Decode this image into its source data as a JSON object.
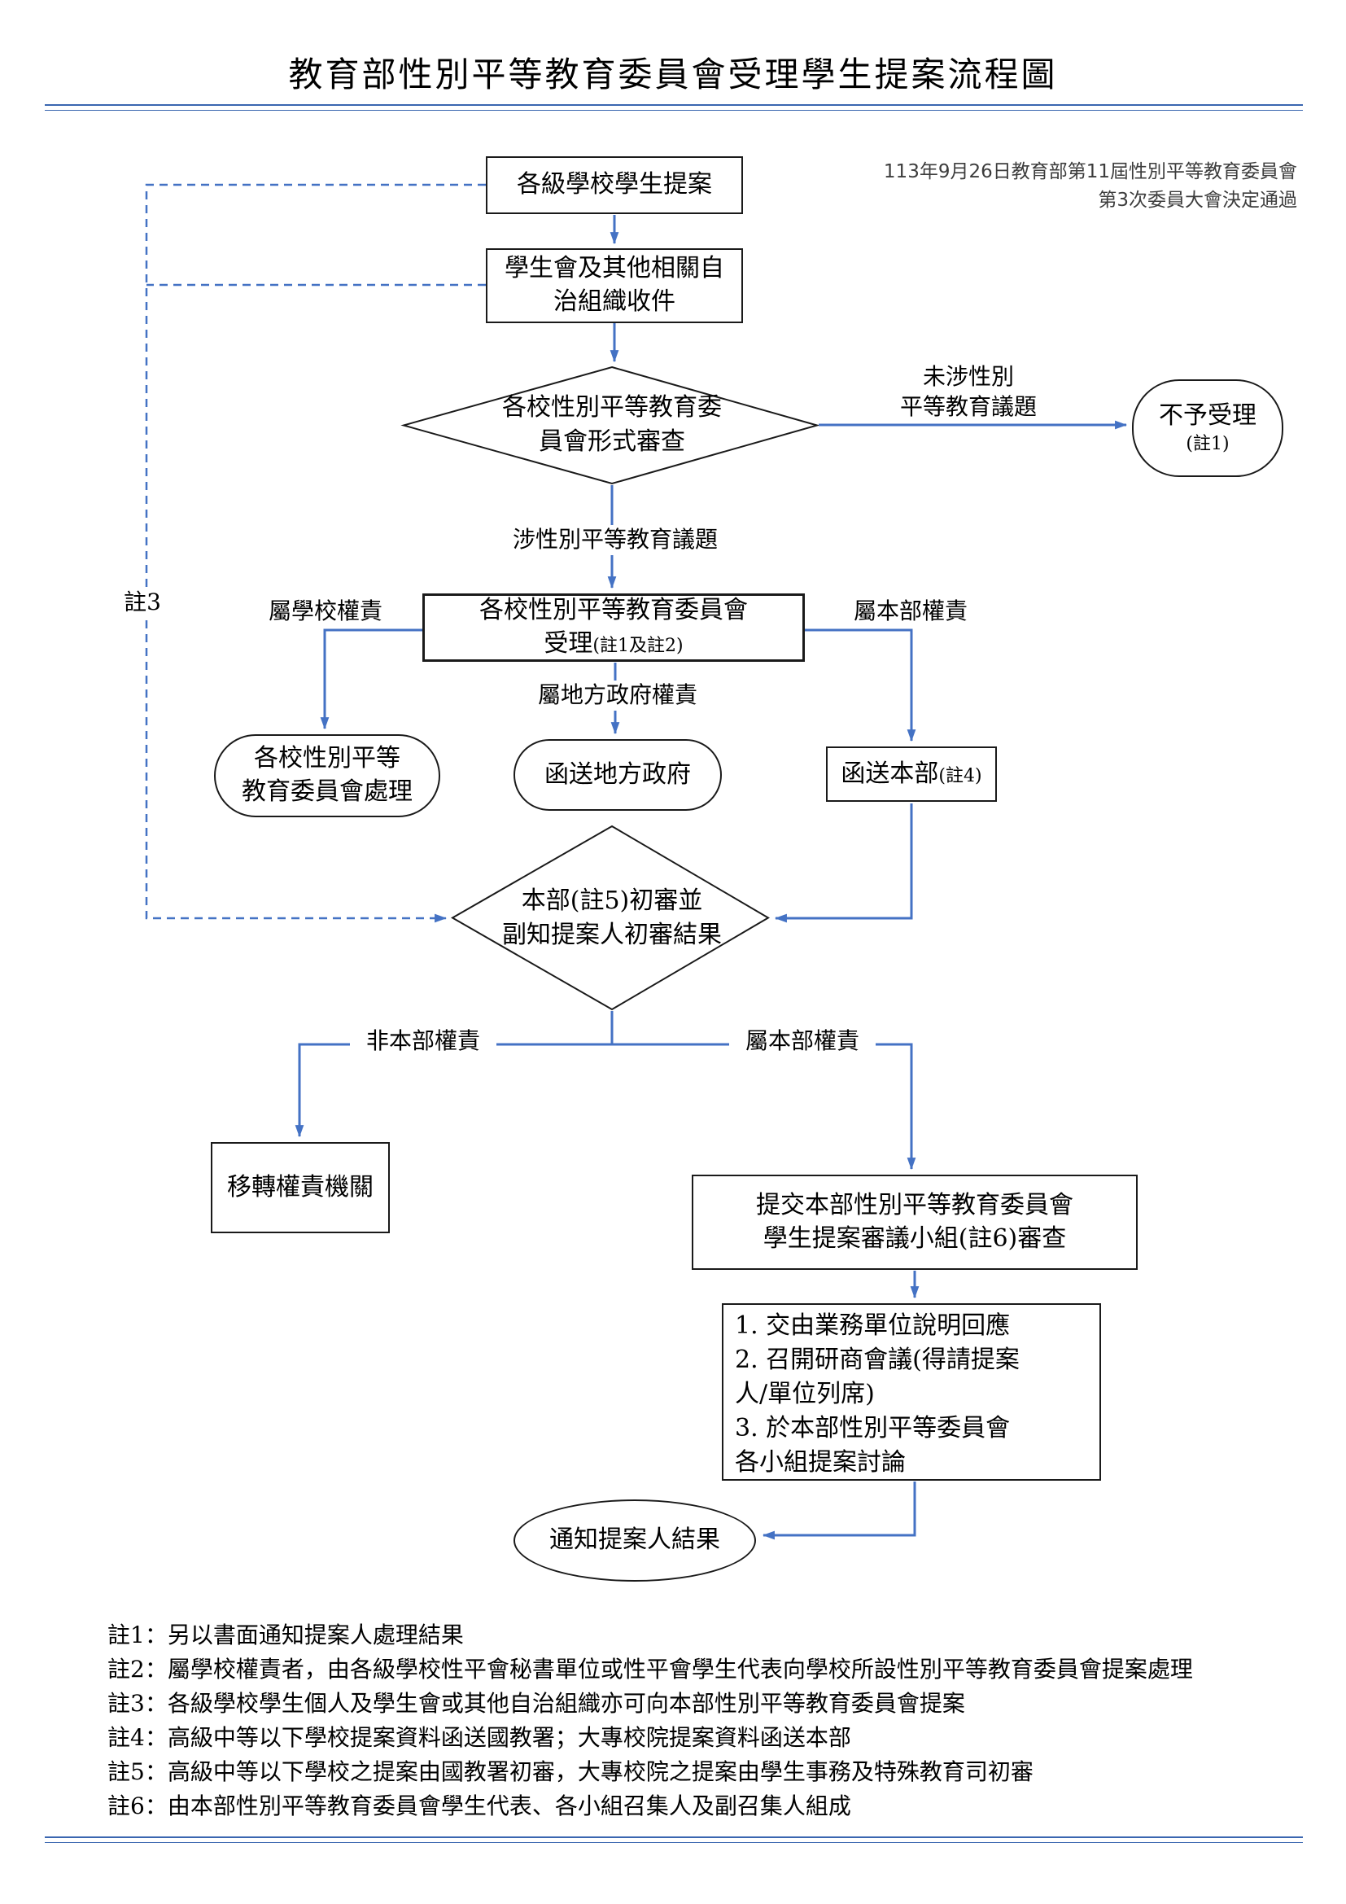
{
  "title": "教育部性別平等教育委員會受理學生提案流程圖",
  "approval": {
    "line1": "113年9月26日教育部第11屆性別平等教育委員會",
    "line2": "第3次委員大會決定通過"
  },
  "colors": {
    "connector_blue": "#4472C4",
    "rule_blue": "#3A66B0",
    "border_black": "#1A1A1A"
  },
  "nodes": {
    "proposal": "各級學校學生提案",
    "receive": "學生會及其他相關自\n治組織收件",
    "formal_review": "各校性別平等教育委\n員會形式審查",
    "reject_main": "不予受理",
    "reject_note": "(註1)",
    "accept_line1": "各校性別平等教育委員會",
    "accept_line2": "受理",
    "accept_note": "(註1及註2)",
    "school_handle": "各校性別平等\n教育委員會處理",
    "send_local": "函送地方政府",
    "send_moe": "函送本部",
    "send_moe_note": "(註4)",
    "moe_review": "本部(註5)初審並\n副知提案人初審結果",
    "transfer": "移轉權責機關",
    "submit": "提交本部性別平等教育委員會\n學生提案審議小組(註6)審查",
    "steps": "1. 交由業務單位說明回應\n2. 召開研商會議(得請提案\n人/單位列席)\n3. 於本部性別平等委員會\n各小組提案討論",
    "notify": "通知提案人結果"
  },
  "labels": {
    "not_gender": "未涉性別\n平等教育議題",
    "gender": "涉性別平等教育議題",
    "school_auth": "屬學校權責",
    "local_auth": "屬地方政府權責",
    "moe_auth_right": "屬本部權責",
    "note3": "註3",
    "not_moe_auth": "非本部權責",
    "moe_auth_down": "屬本部權責"
  },
  "notes": [
    "註1：另以書面通知提案人處理結果",
    "註2：屬學校權責者，由各級學校性平會秘書單位或性平會學生代表向學校所設性別平等教育委員會提案處理",
    "註3：各級學校學生個人及學生會或其他自治組織亦可向本部性別平等教育委員會提案",
    "註4：高級中等以下學校提案資料函送國教署；大專校院提案資料函送本部",
    "註5：高級中等以下學校之提案由國教署初審，大專校院之提案由學生事務及特殊教育司初審",
    "註6：由本部性別平等教育委員會學生代表、各小組召集人及副召集人組成"
  ]
}
